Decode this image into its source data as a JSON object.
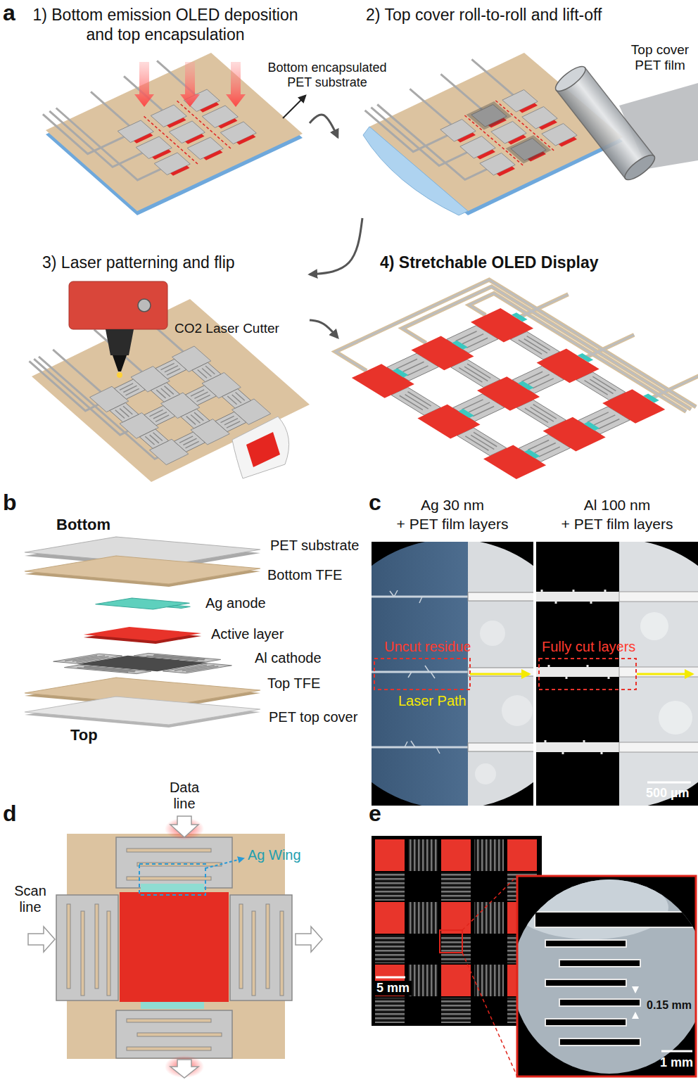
{
  "diagram": {
    "nodes": [
      {
        "text": [
          "1) Bottom emission OLED deposition and top encapsulation"
        ]
      },
      {
        "text": [
          "2) Top cover roll-to-roll and lift-off"
        ]
      },
      {
        "text": [
          "3) Laser patterning and flip"
        ]
      },
      {
        "text": [
          "4) Stretchable OLED Display"
        ]
      }
    ],
    "edges": [
      {
        "from": 0,
        "to": 1,
        "arrow": "to"
      },
      {
        "from": 1,
        "to": 2,
        "arrow": "to"
      },
      {
        "from": 2,
        "to": 3,
        "arrow": "to"
      }
    ],
    "labels": [
      "a",
      "Bottom encapsulated PET substrate",
      "Top cover PET film",
      "CO2 Laser Cutter",
      "b",
      "Bottom",
      "PET substrate",
      "Bottom TFE",
      "Ag anode",
      "Active layer",
      "Al cathode",
      "Top TFE",
      "PET top cover",
      "Top",
      "c",
      "Ag 30 nm",
      "+ PET film layers",
      "Al 100 nm",
      "+ PET film layers",
      "Uncut residue",
      "Fully cut layers",
      "Laser Path",
      "500 µm",
      "d",
      "Data line",
      "Ag Wing",
      "Scan line",
      "e",
      "5 mm",
      "0.15 mm",
      "1 mm"
    ]
  }
}
